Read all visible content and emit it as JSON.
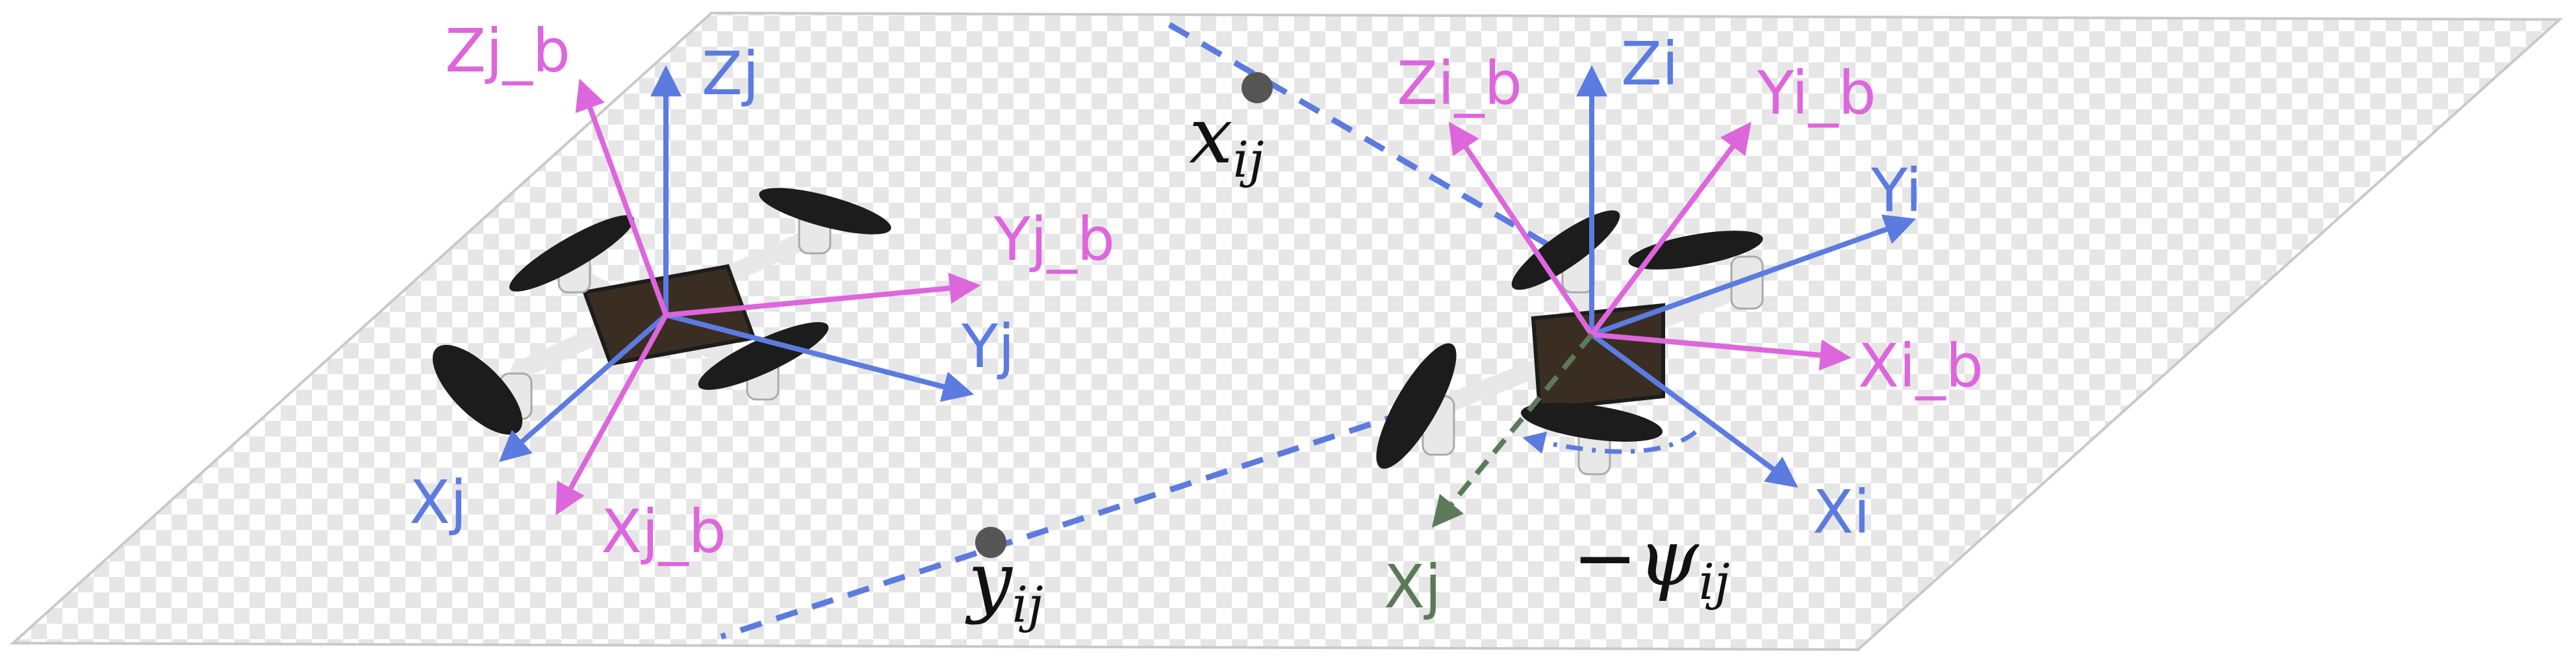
{
  "colors": {
    "world_axis": "#5b7be0",
    "body_axis": "#dd66dd",
    "relative_axis": "#5c7a5a",
    "dashed_line": "#5b7be0",
    "point": "#555555",
    "checker_a": "#ffffff",
    "checker_b": "#e6e6e6",
    "plane_edge": "#c9c9c9",
    "motor_white": "#e8e8e8",
    "propeller": "#1c1c1c",
    "pcb": "#3a2e22"
  },
  "drone_j": {
    "axes": {
      "z": "Zj",
      "y": "Yj",
      "x": "Xj",
      "z_b": "Zj_b",
      "y_b": "Yj_b",
      "x_b": "Xj_b"
    }
  },
  "drone_i": {
    "axes": {
      "z": "Zi",
      "y": "Yi",
      "x": "Xi",
      "z_b": "Zi_b",
      "y_b": "Yi_b",
      "x_b": "Xi_b",
      "x_rel": "Xj"
    }
  },
  "points": {
    "x_ij": {
      "base": "x",
      "sub": "ij"
    },
    "y_ij": {
      "base": "y",
      "sub": "ij"
    }
  },
  "yaw_label": {
    "prefix": "−ψ",
    "sub": "ij"
  },
  "icons": [
    "drone-j-icon",
    "drone-i-icon"
  ]
}
